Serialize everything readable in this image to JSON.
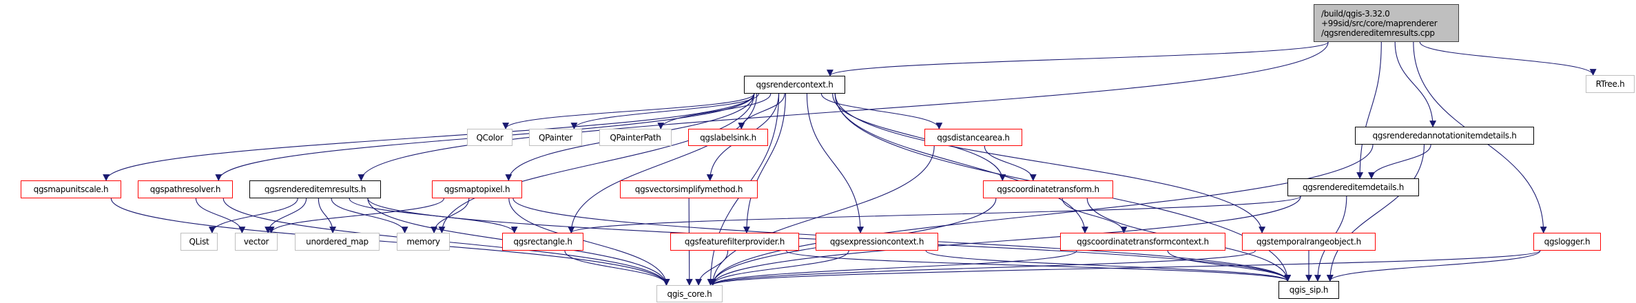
{
  "colors": {
    "edge": "#191970",
    "root_fill": "#bfbfbf",
    "documented_border": "#000000",
    "incomplete_border": "#ff0000",
    "external_border": "#bfbfbf"
  },
  "nodes": [
    {
      "id": "root",
      "label": "/build/qgis-3.32.0\n+99sid/src/core/maprenderer\n/qgsrendereditemresults.cpp",
      "kind": "root"
    },
    {
      "id": "rendercontext",
      "label": "qgsrendercontext.h",
      "kind": "doc"
    },
    {
      "id": "rtree",
      "label": "RTree.h",
      "kind": "ext"
    },
    {
      "id": "annot",
      "label": "qgsrenderedannotationitemdetails.h",
      "kind": "doc"
    },
    {
      "id": "itemdetails",
      "label": "qgsrendereditemdetails.h",
      "kind": "doc"
    },
    {
      "id": "qcolor",
      "label": "QColor",
      "kind": "ext"
    },
    {
      "id": "qpainter",
      "label": "QPainter",
      "kind": "ext"
    },
    {
      "id": "qpainterpath",
      "label": "QPainterPath",
      "kind": "ext"
    },
    {
      "id": "labelsink",
      "label": "qgslabelsink.h",
      "kind": "red"
    },
    {
      "id": "distancearea",
      "label": "qgsdistancearea.h",
      "kind": "red"
    },
    {
      "id": "mapunitscale",
      "label": "qgsmapunitscale.h",
      "kind": "red"
    },
    {
      "id": "pathresolver",
      "label": "qgspathresolver.h",
      "kind": "red"
    },
    {
      "id": "itemresults",
      "label": "qgsrendereditemresults.h",
      "kind": "doc"
    },
    {
      "id": "maptopixel",
      "label": "qgsmaptopixel.h",
      "kind": "red"
    },
    {
      "id": "vectorsimplify",
      "label": "qgsvectorsimplifymethod.h",
      "kind": "red"
    },
    {
      "id": "coordtransform",
      "label": "qgscoordinatetransform.h",
      "kind": "red"
    },
    {
      "id": "qlist",
      "label": "QList",
      "kind": "ext"
    },
    {
      "id": "vector",
      "label": "vector",
      "kind": "ext"
    },
    {
      "id": "unordered_map",
      "label": "unordered_map",
      "kind": "ext"
    },
    {
      "id": "memory",
      "label": "memory",
      "kind": "ext"
    },
    {
      "id": "rectangle",
      "label": "qgsrectangle.h",
      "kind": "red"
    },
    {
      "id": "featurefilter",
      "label": "qgsfeaturefilterprovider.h",
      "kind": "red"
    },
    {
      "id": "expressioncontext",
      "label": "qgsexpressioncontext.h",
      "kind": "red"
    },
    {
      "id": "coordtransformcontext",
      "label": "qgscoordinatetransformcontext.h",
      "kind": "red"
    },
    {
      "id": "temporal",
      "label": "qgstemporalrangeobject.h",
      "kind": "red"
    },
    {
      "id": "logger",
      "label": "qgslogger.h",
      "kind": "red"
    },
    {
      "id": "qgis_core",
      "label": "qgis_core.h",
      "kind": "ext"
    },
    {
      "id": "qgis_sip",
      "label": "qgis_sip.h",
      "kind": "doc"
    }
  ],
  "edges": [
    [
      "root",
      "rendercontext"
    ],
    [
      "root",
      "itemresults"
    ],
    [
      "root",
      "itemdetails"
    ],
    [
      "root",
      "annot"
    ],
    [
      "root",
      "logger"
    ],
    [
      "root",
      "rtree"
    ],
    [
      "rendercontext",
      "qgis_core"
    ],
    [
      "rendercontext",
      "mapunitscale"
    ],
    [
      "rendercontext",
      "pathresolver"
    ],
    [
      "rendercontext",
      "memory"
    ],
    [
      "rendercontext",
      "maptopixel"
    ],
    [
      "rendercontext",
      "qcolor"
    ],
    [
      "rendercontext",
      "qpainter"
    ],
    [
      "rendercontext",
      "qpainterpath"
    ],
    [
      "rendercontext",
      "labelsink"
    ],
    [
      "rendercontext",
      "rectangle"
    ],
    [
      "rendercontext",
      "vectorsimplify"
    ],
    [
      "rendercontext",
      "featurefilter"
    ],
    [
      "rendercontext",
      "expressioncontext"
    ],
    [
      "rendercontext",
      "distancearea"
    ],
    [
      "rendercontext",
      "coordtransform"
    ],
    [
      "rendercontext",
      "coordtransformcontext"
    ],
    [
      "rendercontext",
      "temporal"
    ],
    [
      "rendercontext",
      "qgis_sip"
    ],
    [
      "mapunitscale",
      "qgis_core"
    ],
    [
      "pathresolver",
      "qgis_core"
    ],
    [
      "pathresolver",
      "vector"
    ],
    [
      "itemresults",
      "qgis_core"
    ],
    [
      "itemresults",
      "qlist"
    ],
    [
      "itemresults",
      "vector"
    ],
    [
      "itemresults",
      "unordered_map"
    ],
    [
      "itemresults",
      "memory"
    ],
    [
      "itemresults",
      "rectangle"
    ],
    [
      "itemresults",
      "qgis_sip"
    ],
    [
      "maptopixel",
      "vector"
    ],
    [
      "maptopixel",
      "memory"
    ],
    [
      "maptopixel",
      "qgis_core"
    ],
    [
      "maptopixel",
      "qgis_sip"
    ],
    [
      "vectorsimplify",
      "qgis_core"
    ],
    [
      "distancearea",
      "qgis_core"
    ],
    [
      "distancearea",
      "coordtransform"
    ],
    [
      "coordtransform",
      "qgis_core"
    ],
    [
      "coordtransform",
      "coordtransformcontext"
    ],
    [
      "coordtransform",
      "qgis_sip"
    ],
    [
      "rectangle",
      "qgis_core"
    ],
    [
      "featurefilter",
      "qgis_core"
    ],
    [
      "featurefilter",
      "qgis_sip"
    ],
    [
      "expressioncontext",
      "qgis_core"
    ],
    [
      "expressioncontext",
      "qgis_sip"
    ],
    [
      "coordtransformcontext",
      "qgis_core"
    ],
    [
      "coordtransformcontext",
      "qgis_sip"
    ],
    [
      "temporal",
      "qgis_core"
    ],
    [
      "temporal",
      "qgis_sip"
    ],
    [
      "logger",
      "qgis_core"
    ],
    [
      "logger",
      "qgis_sip"
    ],
    [
      "itemdetails",
      "rectangle"
    ],
    [
      "itemdetails",
      "qgis_core"
    ],
    [
      "itemdetails",
      "qgis_sip"
    ],
    [
      "annot",
      "itemdetails"
    ],
    [
      "annot",
      "qgis_core"
    ],
    [
      "annot",
      "qgis_sip"
    ]
  ]
}
